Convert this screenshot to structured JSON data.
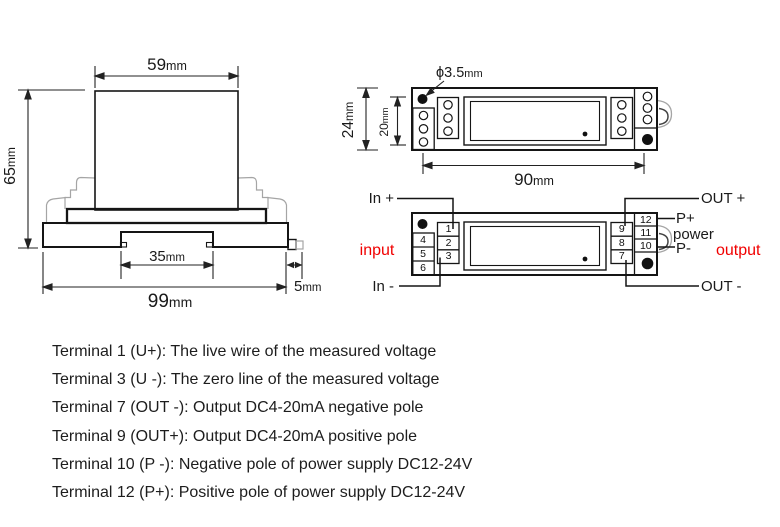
{
  "colors": {
    "ink": "#1a1a1a",
    "red": "#f10000",
    "gray": "#9c9c9c"
  },
  "front_view": {
    "dim_width_top": {
      "value": "59",
      "unit": "mm"
    },
    "dim_height": {
      "value": "65",
      "unit": "mm"
    },
    "dim_rail_width": {
      "value": "35",
      "unit": "mm"
    },
    "dim_width_total": {
      "value": "99",
      "unit": "mm"
    },
    "dim_clip_offset": {
      "value": "5",
      "unit": "mm"
    }
  },
  "top_view": {
    "dim_depth": {
      "value": "24",
      "unit": "mm"
    },
    "dim_inner_depth": {
      "value": "20",
      "unit": "mm"
    },
    "dim_length": {
      "value": "90",
      "unit": "mm"
    },
    "dim_hole": {
      "value": "ϕ3.5",
      "unit": "mm"
    }
  },
  "wiring_view": {
    "labels": {
      "in_plus": "In +",
      "in_minus": "In -",
      "input": "input",
      "out_plus": "OUT +",
      "out_minus": "OUT -",
      "p_plus": "P+",
      "power": "power",
      "p_minus": "P-",
      "output": "output"
    },
    "terminals": {
      "left_outer": [
        "4",
        "5",
        "6"
      ],
      "left_inner": [
        "1",
        "2",
        "3"
      ],
      "right_inner": [
        "9",
        "8",
        "7"
      ],
      "right_outer": [
        "12",
        "11",
        "10"
      ]
    }
  },
  "notes": {
    "lines": [
      "Terminal 1 (U+): The live wire of the measured voltage",
      "Terminal 3 (U -): The zero line of the measured voltage",
      "Terminal 7 (OUT -): Output DC4-20mA negative pole",
      "Terminal 9 (OUT+): Output DC4-20mA positive pole",
      "Terminal 10 (P -): Negative pole of power supply DC12-24V",
      "Terminal 12 (P+): Positive pole of power supply DC12-24V"
    ]
  }
}
